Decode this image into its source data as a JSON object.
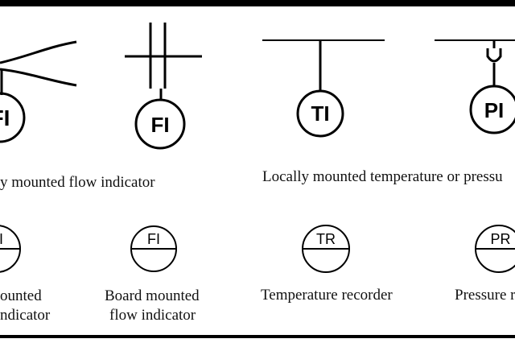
{
  "symbols": {
    "local_flow_partial": {
      "tag": "FI"
    },
    "local_flow": {
      "tag": "FI"
    },
    "local_temp": {
      "tag": "TI"
    },
    "local_pressure": {
      "tag": "PI"
    },
    "board_partial": {
      "tag": "FI"
    },
    "board_flow": {
      "tag": "FI"
    },
    "temp_recorder": {
      "tag": "TR"
    },
    "pressure_recorder": {
      "tag": "PR"
    }
  },
  "captions": {
    "local_flow": "y mounted flow indicator",
    "local_temp_pressure": "Locally mounted temperature or pressu",
    "board_partial_line1": "ounted",
    "board_partial_line2": "ndicator",
    "board_flow_line1": "Board mounted",
    "board_flow_line2": "flow indicator",
    "temp_recorder": "Temperature recorder",
    "pressure_recorder": "Pressure r"
  }
}
